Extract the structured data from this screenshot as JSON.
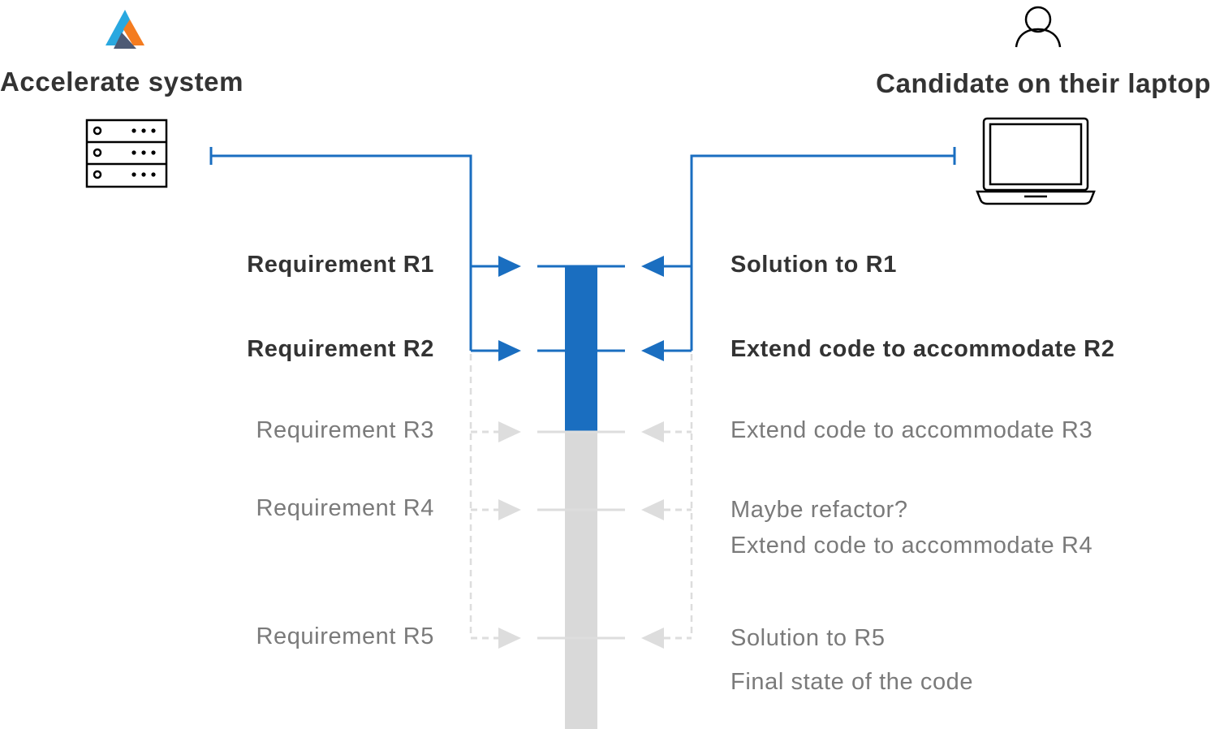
{
  "left_actor": {
    "title": "Accelerate system",
    "logo_icon": "accelerate-logo-icon",
    "device_icon": "server-icon"
  },
  "right_actor": {
    "title": "Candidate on their laptop",
    "person_icon": "user-icon",
    "device_icon": "laptop-icon"
  },
  "colors": {
    "active": "#1a6ec0",
    "inactive": "#dddddd",
    "progress_done": "#1a6ec0",
    "progress_todo": "#d9d9d9",
    "text_active": "#333333",
    "text_inactive": "#7a7a7a"
  },
  "progress_fraction": 0.36,
  "steps": [
    {
      "requirement": "Requirement R1",
      "response": [
        "Solution to R1"
      ],
      "active": true
    },
    {
      "requirement": "Requirement R2",
      "response": [
        "Extend code to accommodate R2"
      ],
      "active": true
    },
    {
      "requirement": "Requirement R3",
      "response": [
        "Extend code to accommodate R3"
      ],
      "active": false
    },
    {
      "requirement": "Requirement R4",
      "response": [
        "Maybe refactor?",
        "Extend code to accommodate R4"
      ],
      "active": false
    },
    {
      "requirement": "Requirement R5",
      "response": [
        "Solution to R5",
        "Final state of the code"
      ],
      "active": false
    }
  ]
}
